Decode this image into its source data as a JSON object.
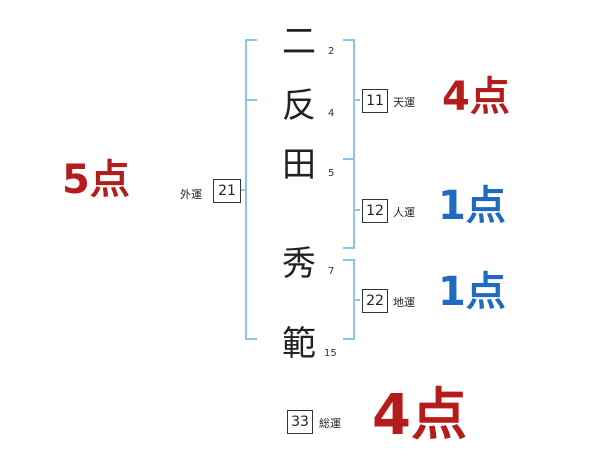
{
  "name_chars": [
    {
      "char": "二",
      "strokes": "2"
    },
    {
      "char": "反",
      "strokes": "4"
    },
    {
      "char": "田",
      "strokes": "5"
    },
    {
      "char": "秀",
      "strokes": "7"
    },
    {
      "char": "範",
      "strokes": "15"
    }
  ],
  "gaikaku": {
    "label": "外運",
    "value": "21",
    "score": "5点"
  },
  "tenkaku": {
    "label": "天運",
    "value": "11",
    "score": "4点"
  },
  "jinkaku": {
    "label": "人運",
    "value": "12",
    "score": "1点"
  },
  "chikaku": {
    "label": "地運",
    "value": "22",
    "score": "1点"
  },
  "soukaku": {
    "label": "総運",
    "value": "33",
    "score": "4点"
  },
  "colors": {
    "bracket": "#8fc4e6",
    "red": "#b51d1d",
    "blue": "#1e6bbf"
  }
}
